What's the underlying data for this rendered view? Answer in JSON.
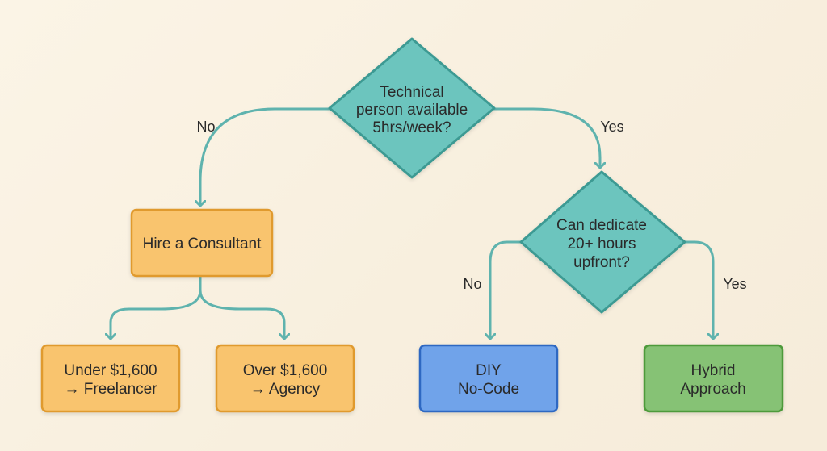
{
  "diagram": {
    "decisions": {
      "technical": {
        "lines": [
          "Technical",
          "person available",
          "5hrs/week?"
        ]
      },
      "dedicate": {
        "lines": [
          "Can dedicate",
          "20+ hours",
          "upfront?"
        ]
      }
    },
    "nodes": {
      "consultant": {
        "lines": [
          "Hire a Consultant"
        ]
      },
      "freelancer": {
        "lines": [
          "Under $1,600",
          "→ Freelancer"
        ]
      },
      "agency": {
        "lines": [
          "Over $1,600",
          "→ Agency"
        ]
      },
      "diy": {
        "lines": [
          "DIY",
          "No-Code"
        ]
      },
      "hybrid": {
        "lines": [
          "Hybrid",
          "Approach"
        ]
      }
    },
    "edge_labels": {
      "technical_no": "No",
      "technical_yes": "Yes",
      "dedicate_no": "No",
      "dedicate_yes": "Yes"
    }
  },
  "colors": {
    "decision_fill": "#6cc5be",
    "decision_stroke": "#3e9a93",
    "consultant_fill": "#f9c46e",
    "consultant_stroke": "#e09a2e",
    "diy_fill": "#6fa3ea",
    "diy_stroke": "#2f68c2",
    "hybrid_fill": "#86c274",
    "hybrid_stroke": "#4e9a3a",
    "connector": "#5fb3ae"
  }
}
